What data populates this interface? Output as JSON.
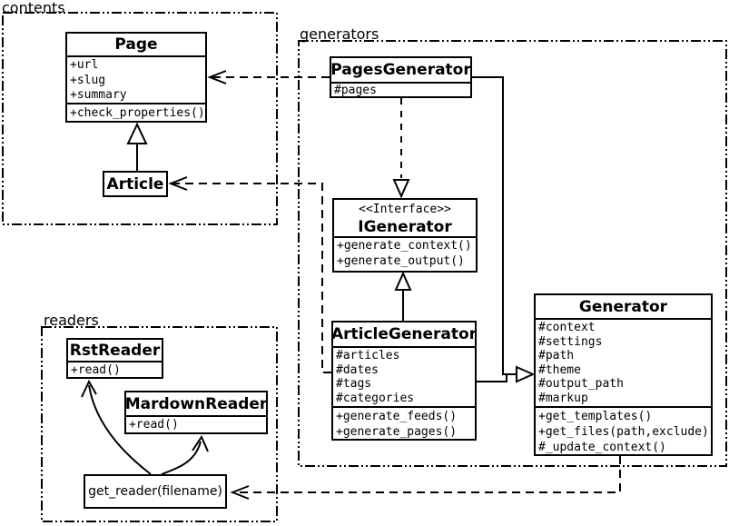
{
  "packages": {
    "contents": {
      "label": "contents"
    },
    "generators": {
      "label": "generators"
    },
    "readers": {
      "label": "readers"
    }
  },
  "classes": {
    "page": {
      "name": "Page",
      "attributes": [
        "+url",
        "+slug",
        "+summary"
      ],
      "methods": [
        "+check_properties()"
      ]
    },
    "article": {
      "name": "Article"
    },
    "pages_generator": {
      "name": "PagesGenerator",
      "attributes": [
        "#pages"
      ]
    },
    "igenerator": {
      "stereotype": "<<Interface>>",
      "name": "IGenerator",
      "methods": [
        "+generate_context()",
        "+generate_output()"
      ]
    },
    "article_generator": {
      "name": "ArticleGenerator",
      "attributes": [
        "#articles",
        "#dates",
        "#tags",
        "#categories"
      ],
      "methods": [
        "+generate_feeds()",
        "+generate_pages()"
      ]
    },
    "generator": {
      "name": "Generator",
      "attributes": [
        "#context",
        "#settings",
        "#path",
        "#theme",
        "#output_path",
        "#markup"
      ],
      "methods": [
        "+get_templates()",
        "+get_files(path,exclude)",
        "#_update_context()"
      ]
    },
    "rst_reader": {
      "name": "RstReader",
      "methods": [
        "+read()"
      ]
    },
    "mardown_reader": {
      "name": "MardownReader",
      "methods": [
        "+read()"
      ]
    },
    "get_reader": {
      "label": "get_reader(filename)"
    }
  },
  "colors": {
    "line": "#000000",
    "background": "#ffffff"
  }
}
